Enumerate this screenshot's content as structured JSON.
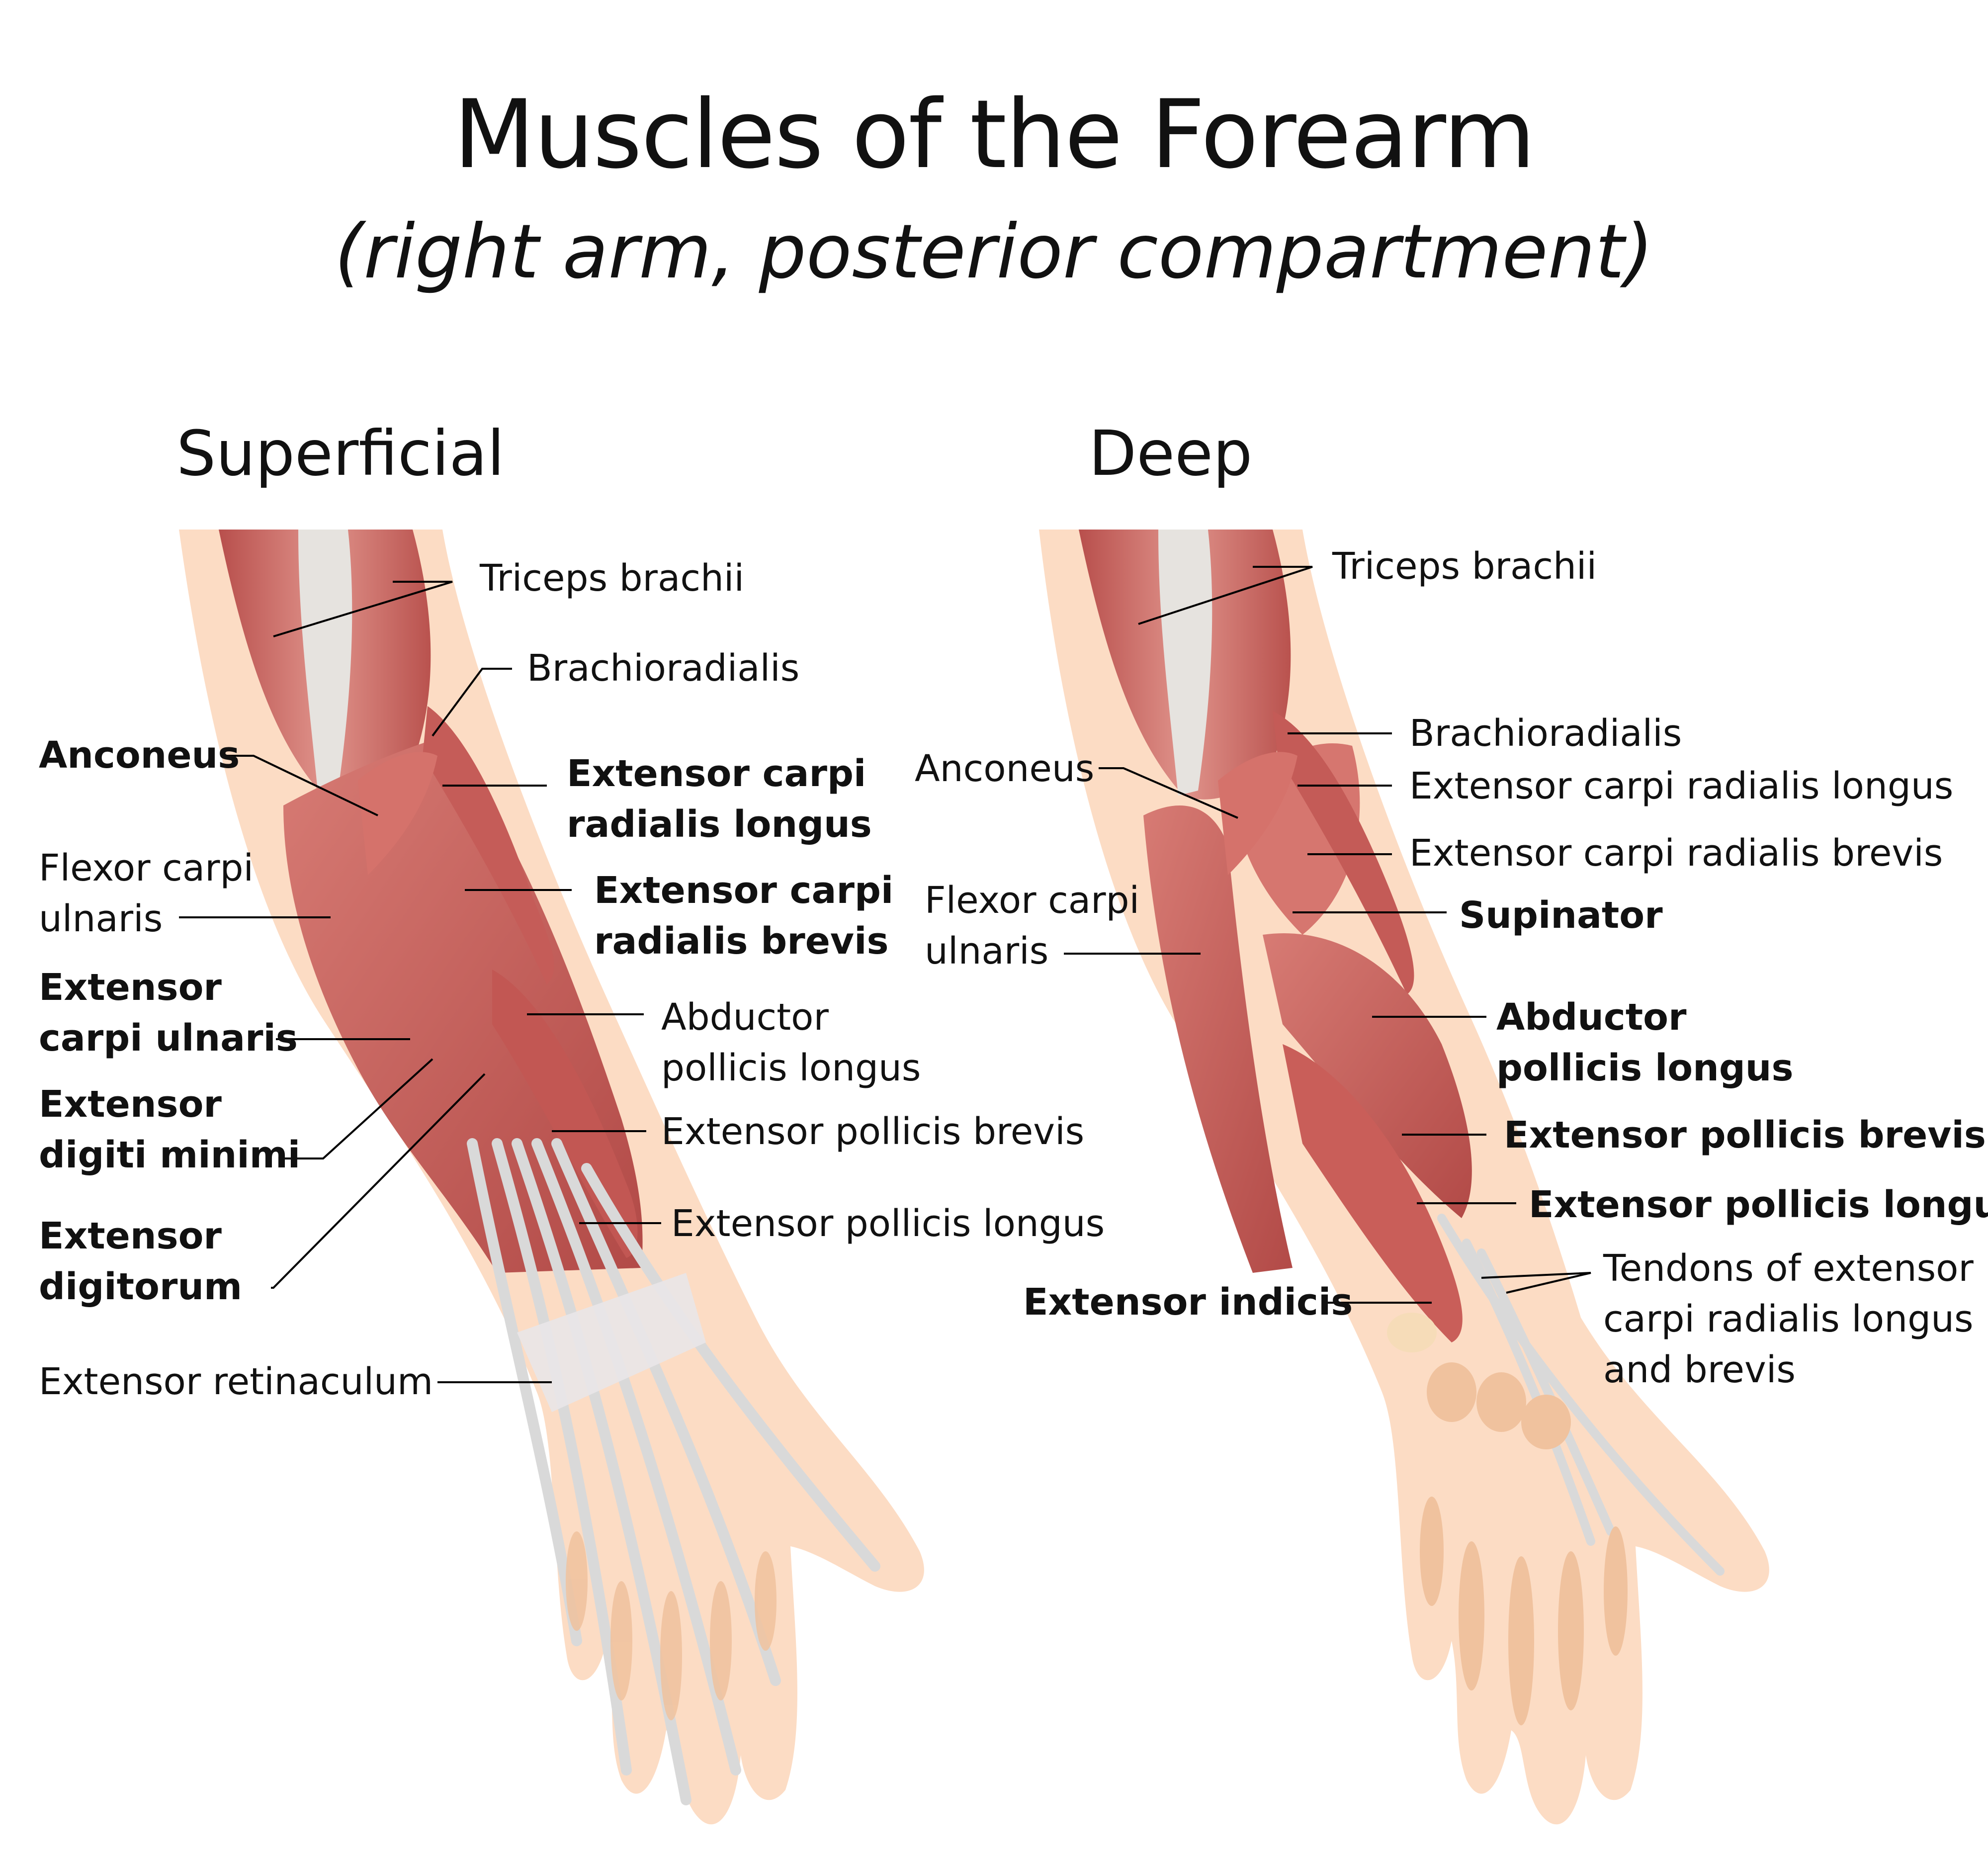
{
  "title": "Muscles of the Forearm",
  "subtitle": "(right arm, posterior compartment)",
  "colors": {
    "skin": "#fcdcc4",
    "muscle": "#c8625e",
    "muscle_light": "#e89890",
    "tendon": "#e0e0e0",
    "bone": "#f2c8a4",
    "text": "#111111"
  },
  "superficial": {
    "heading": "Superficial",
    "labels": {
      "triceps": "Triceps brachii",
      "brachioradialis": "Brachioradialis",
      "anconeus": "Anconeus",
      "ecrl": "Extensor carpi\nradialis longus",
      "fcu": "Flexor carpi\nulnaris",
      "ecrb": "Extensor carpi\nradialis brevis",
      "ecu": "Extensor\ncarpi ulnaris",
      "apl": "Abductor\npollicis longus",
      "edm": "Extensor\ndigiti minimi",
      "epb": "Extensor pollicis brevis",
      "ed": "Extensor\ndigitorum",
      "epl": "Extensor pollicis longus",
      "retinaculum": "Extensor retinaculum"
    }
  },
  "deep": {
    "heading": "Deep",
    "labels": {
      "triceps": "Triceps brachii",
      "brachioradialis": "Brachioradialis",
      "anconeus": "Anconeus",
      "ecrl": "Extensor carpi radialis longus",
      "ecrb": "Extensor carpi radialis brevis",
      "fcu": "Flexor carpi\nulnaris",
      "supinator": "Supinator",
      "apl": "Abductor\npollicis longus",
      "epb": "Extensor pollicis brevis",
      "epl": "Extensor pollicis longus",
      "tendons": "Tendons of extensor\ncarpi radialis longus\nand brevis",
      "indicis": "Extensor indicis"
    }
  }
}
